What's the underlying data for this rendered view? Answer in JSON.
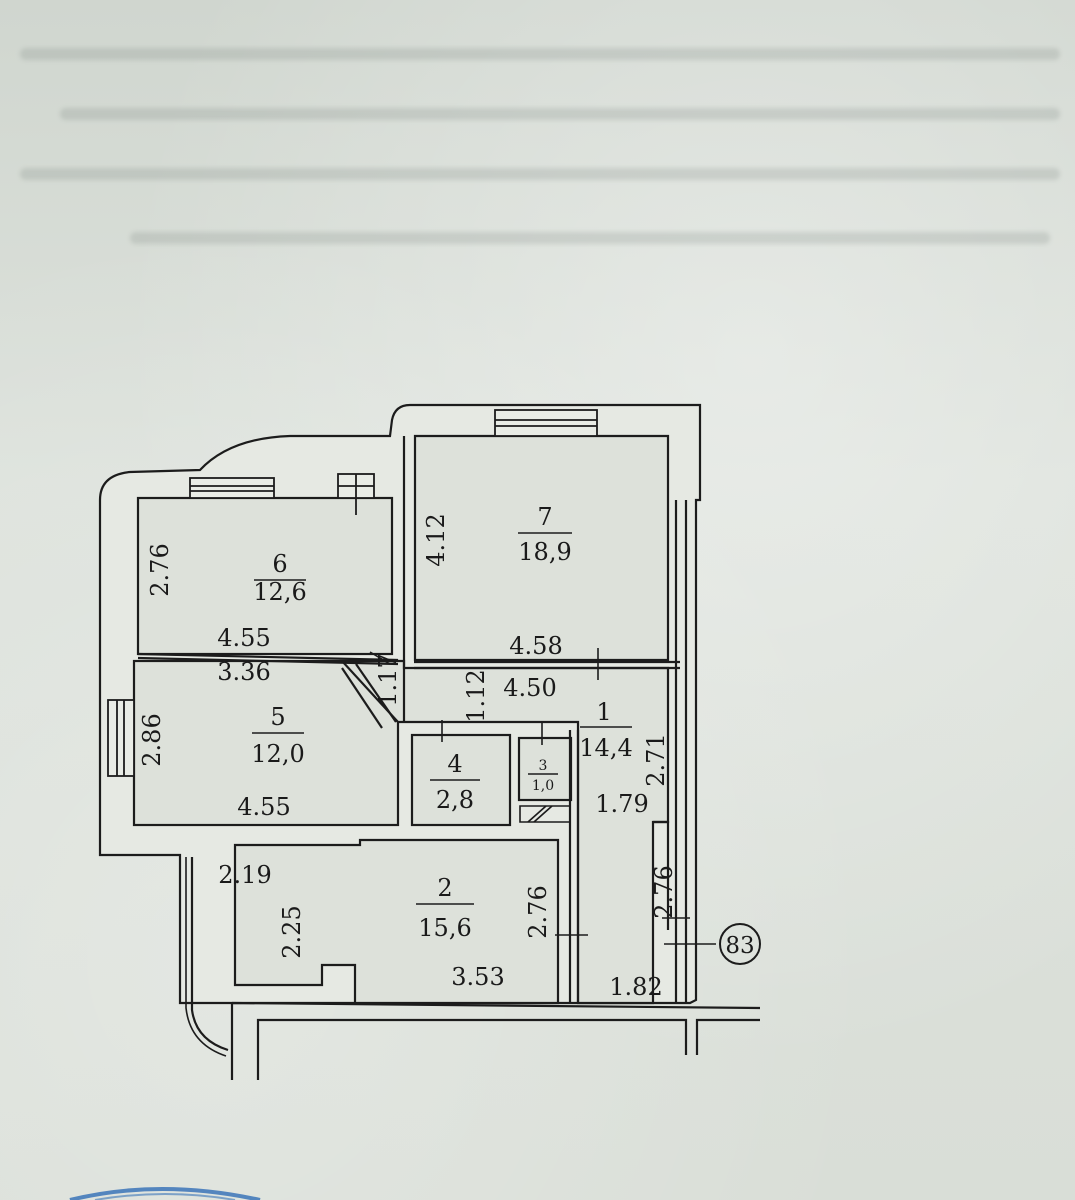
{
  "rooms": [
    {
      "id": "7",
      "area": "18,9"
    },
    {
      "id": "6",
      "area": "12,6"
    },
    {
      "id": "5",
      "area": "12,0"
    },
    {
      "id": "1",
      "area": "14,4"
    },
    {
      "id": "4",
      "area": "2,8"
    },
    {
      "id": "3",
      "area": "1,0"
    },
    {
      "id": "2",
      "area": "15,6"
    }
  ],
  "dimensions": {
    "r6_height": "2.76",
    "r6_width": "4.55",
    "r5_top_width": "3.36",
    "r5_height": "2.86",
    "r5_bottom_width": "4.55",
    "r7_height": "4.12",
    "r7_width": "4.58",
    "corridor_width": "4.50",
    "corridor_height_a": "1.12",
    "corridor_height_b": "1.17",
    "hall_height": "2.71",
    "hall_width": "1.79",
    "hall_lower_height": "2.76",
    "hall_lower_width": "1.82",
    "balcony_width": "2.19",
    "balcony_height": "2.25",
    "r2_height": "2.76",
    "r2_width": "3.53"
  },
  "marker": "83"
}
